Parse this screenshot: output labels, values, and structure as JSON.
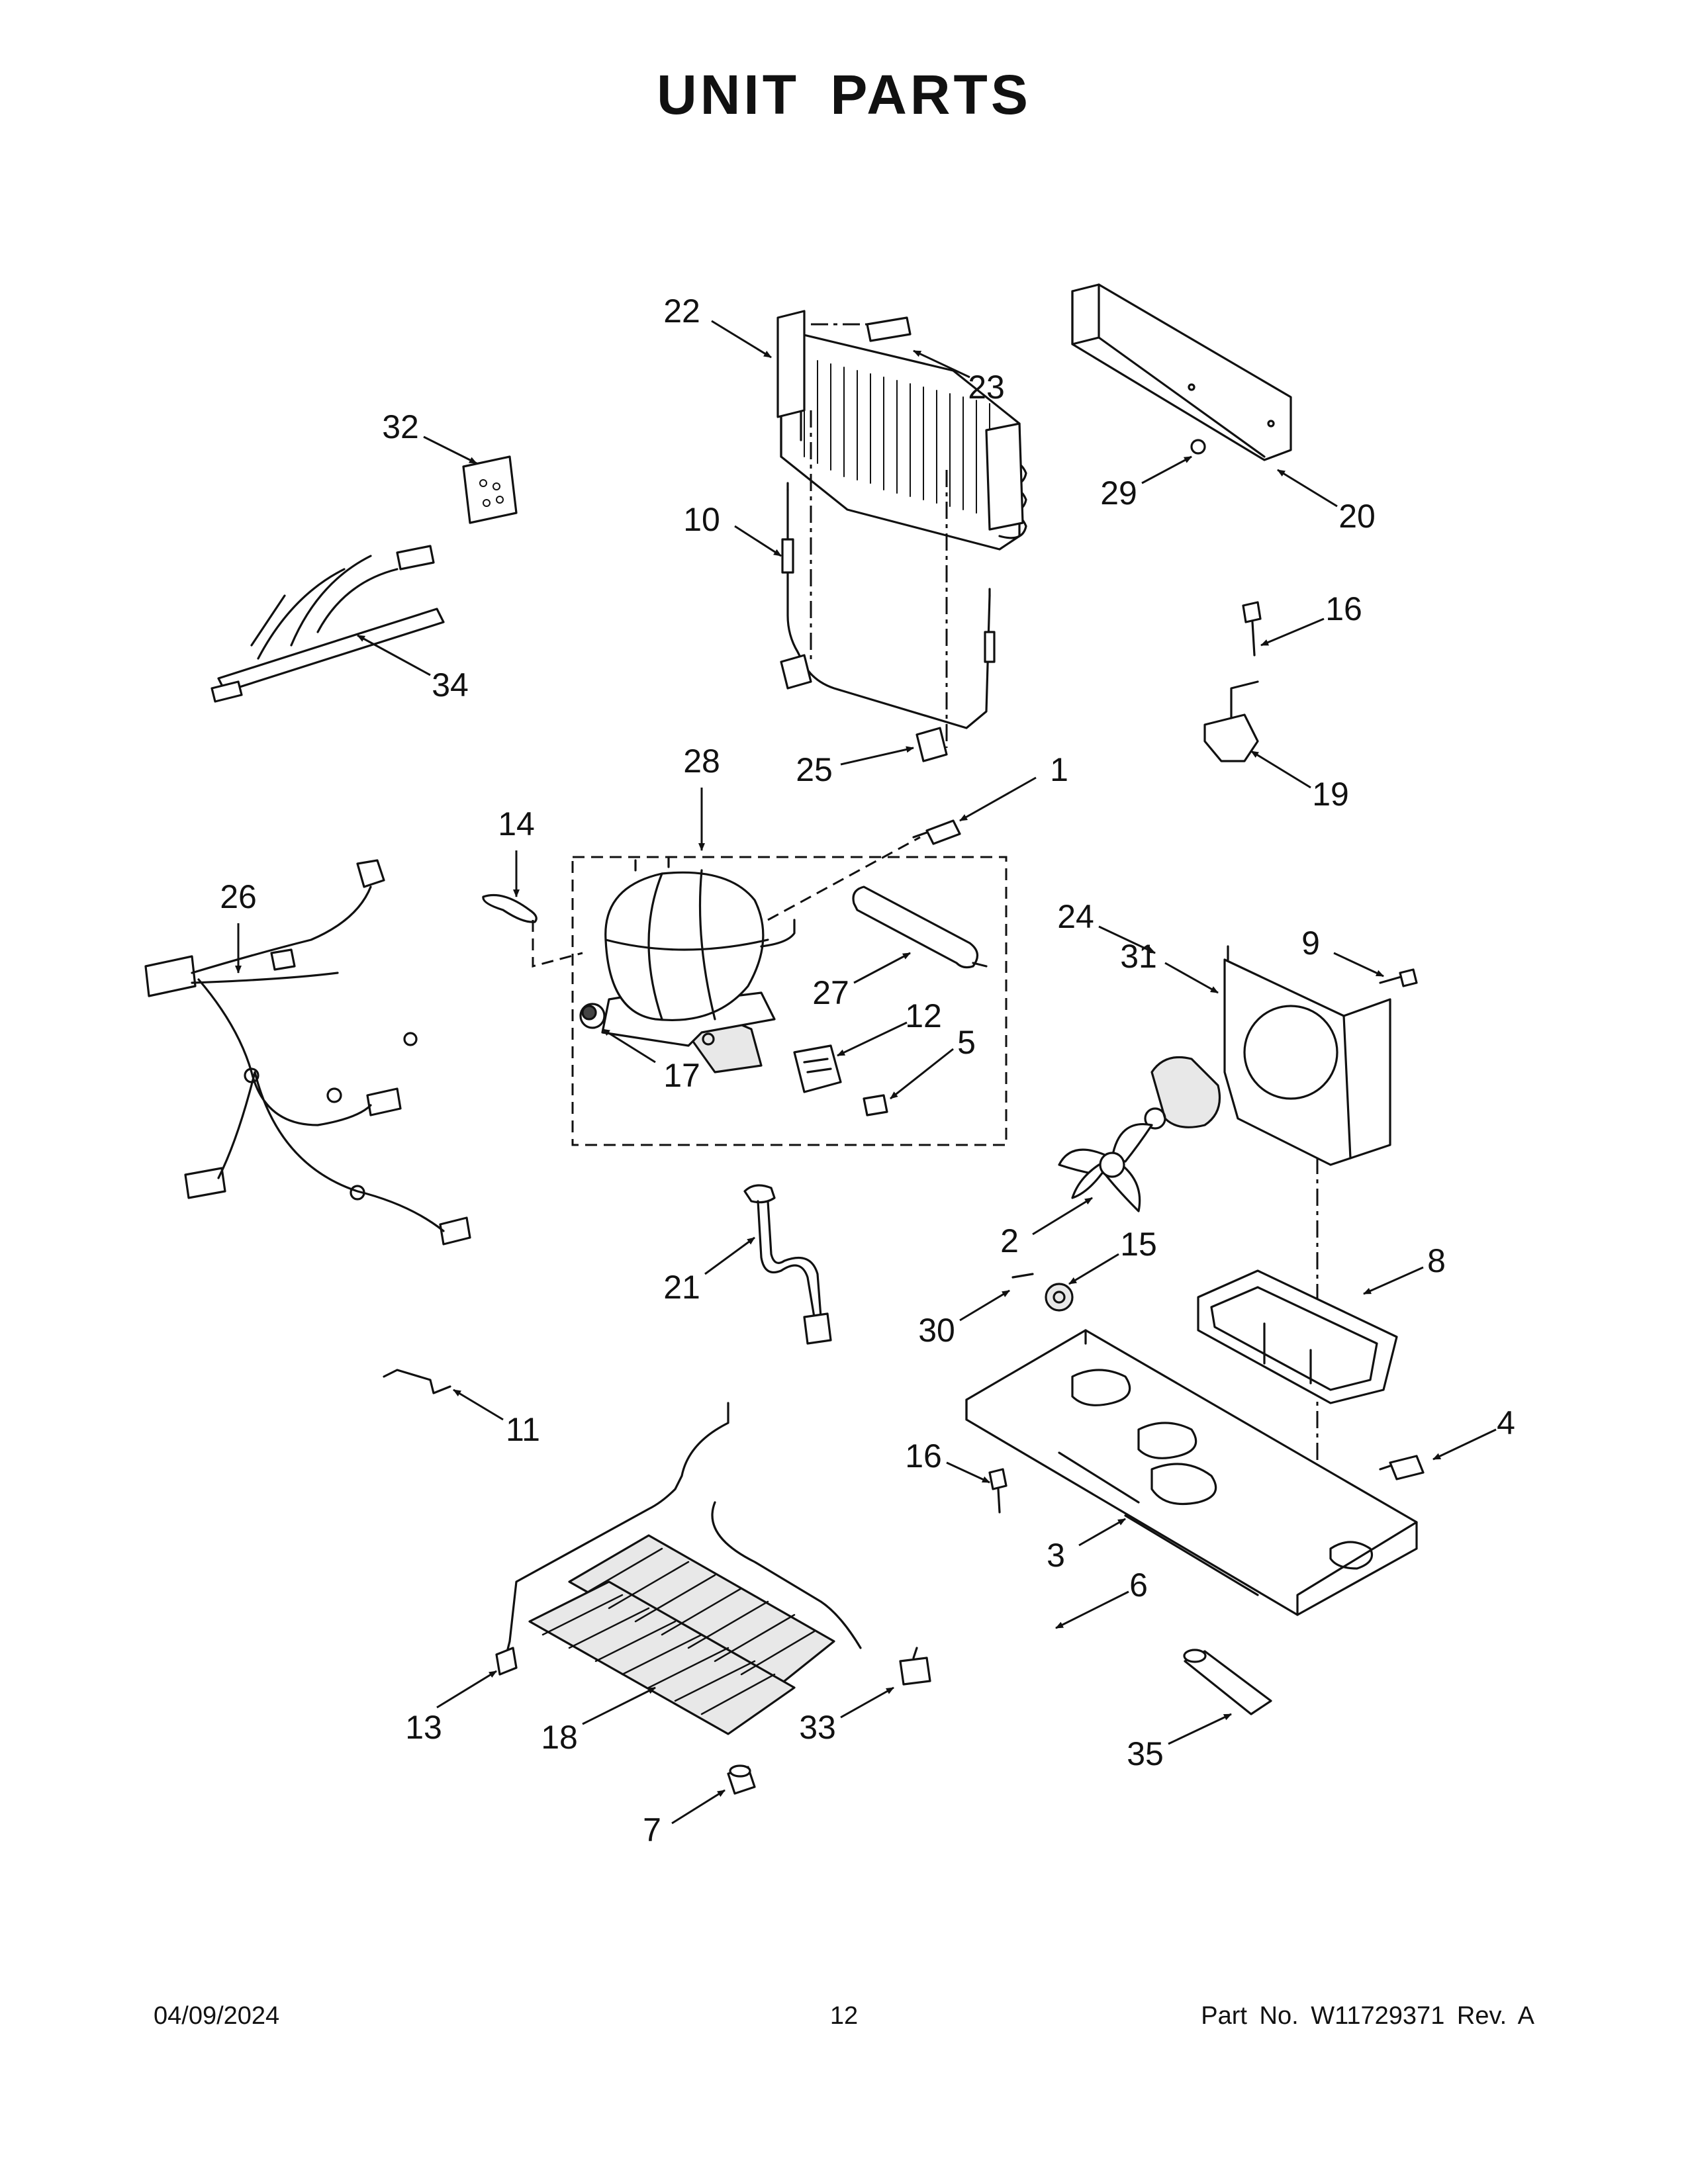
{
  "title": "UNIT PARTS",
  "footer": {
    "date": "04/09/2024",
    "page_number": "12",
    "part_number": "Part No.  W11729371  Rev.  A"
  },
  "callouts": [
    {
      "id": "p1",
      "label": "1"
    },
    {
      "id": "p2",
      "label": "2"
    },
    {
      "id": "p3",
      "label": "3"
    },
    {
      "id": "p4",
      "label": "4"
    },
    {
      "id": "p5",
      "label": "5"
    },
    {
      "id": "p6",
      "label": "6"
    },
    {
      "id": "p7",
      "label": "7"
    },
    {
      "id": "p8",
      "label": "8"
    },
    {
      "id": "p9",
      "label": "9"
    },
    {
      "id": "p10",
      "label": "10"
    },
    {
      "id": "p11",
      "label": "11"
    },
    {
      "id": "p12",
      "label": "12"
    },
    {
      "id": "p13",
      "label": "13"
    },
    {
      "id": "p14",
      "label": "14"
    },
    {
      "id": "p15",
      "label": "15"
    },
    {
      "id": "p16a",
      "label": "16"
    },
    {
      "id": "p16b",
      "label": "16"
    },
    {
      "id": "p17",
      "label": "17"
    },
    {
      "id": "p18",
      "label": "18"
    },
    {
      "id": "p19",
      "label": "19"
    },
    {
      "id": "p20",
      "label": "20"
    },
    {
      "id": "p21",
      "label": "21"
    },
    {
      "id": "p22",
      "label": "22"
    },
    {
      "id": "p23",
      "label": "23"
    },
    {
      "id": "p24",
      "label": "24"
    },
    {
      "id": "p25",
      "label": "25"
    },
    {
      "id": "p26",
      "label": "26"
    },
    {
      "id": "p27",
      "label": "27"
    },
    {
      "id": "p28",
      "label": "28"
    },
    {
      "id": "p29",
      "label": "29"
    },
    {
      "id": "p30",
      "label": "30"
    },
    {
      "id": "p31",
      "label": "31"
    },
    {
      "id": "p32",
      "label": "32"
    },
    {
      "id": "p33",
      "label": "33"
    },
    {
      "id": "p34",
      "label": "34"
    },
    {
      "id": "p35",
      "label": "35"
    }
  ]
}
